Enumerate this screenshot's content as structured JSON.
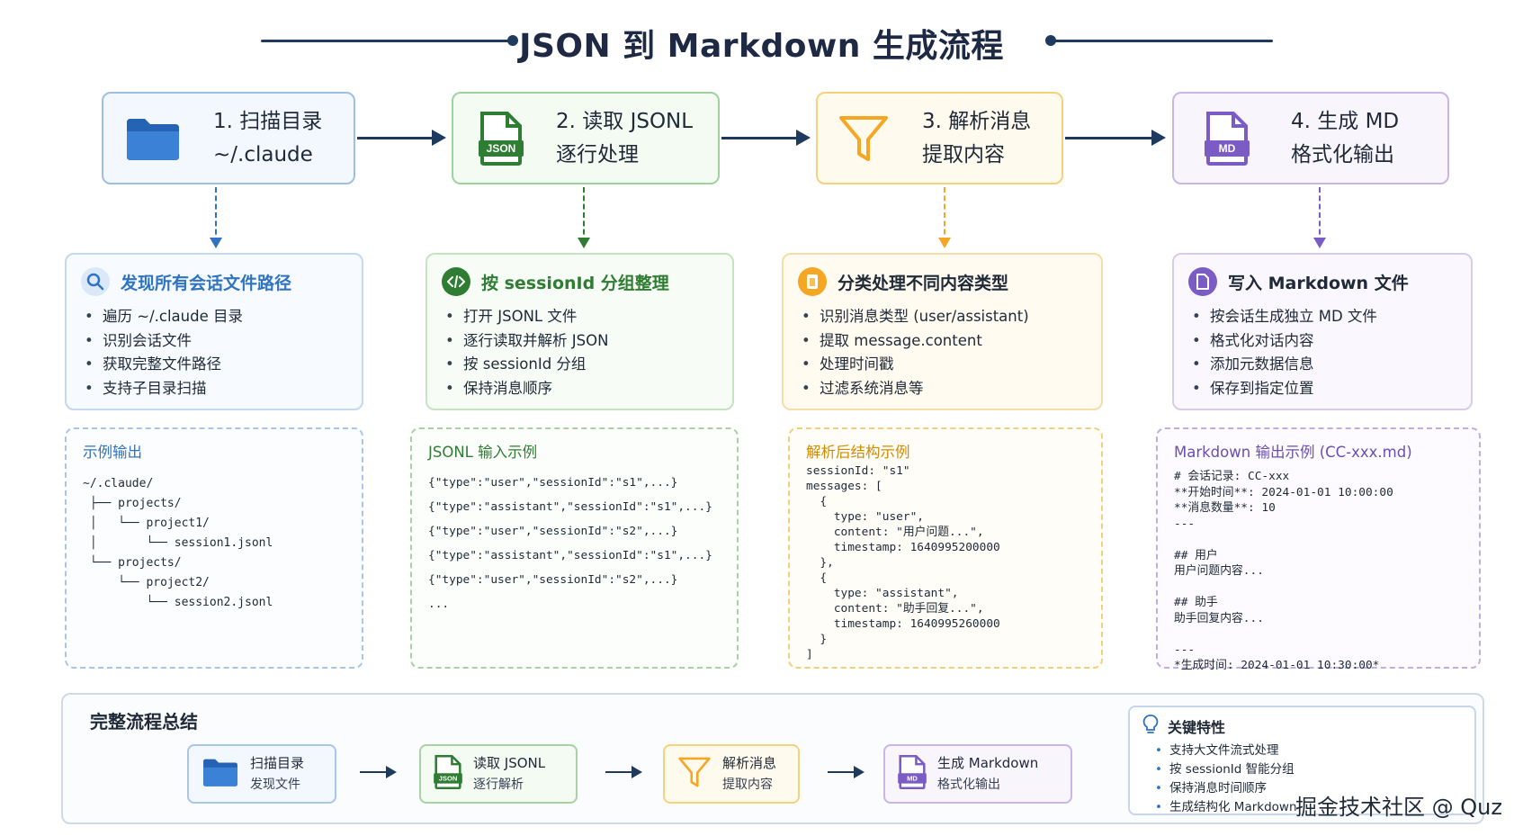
{
  "title": "JSON 到 Markdown 生成流程",
  "colors": {
    "blue": "#2f74c0",
    "green": "#2e7d32",
    "amber": "#f5a623",
    "purple": "#7b5cc4",
    "navy": "#1e3a5f"
  },
  "steps": [
    {
      "icon": "folder-icon",
      "line1": "1. 扫描目录",
      "line2": "~/.claude"
    },
    {
      "icon": "json-file-icon",
      "line1": "2. 读取 JSONL",
      "line2": "逐行处理"
    },
    {
      "icon": "filter-icon",
      "line1": "3. 解析消息",
      "line2": "提取内容"
    },
    {
      "icon": "md-file-icon",
      "line1": "4. 生成 MD",
      "line2": "格式化输出"
    }
  ],
  "json_badge": "JSON",
  "md_badge": "MD",
  "details": [
    {
      "icon": "search-icon",
      "title": "发现所有会话文件路径",
      "items": [
        "遍历 ~/.claude 目录",
        "识别会话文件",
        "获取完整文件路径",
        "支持子目录扫描"
      ]
    },
    {
      "icon": "code-icon",
      "title": "按 sessionId 分组整理",
      "items": [
        "打开 JSONL 文件",
        "逐行读取并解析 JSON",
        "按 sessionId 分组",
        "保持消息顺序"
      ]
    },
    {
      "icon": "document-icon",
      "title": "分类处理不同内容类型",
      "items": [
        "识别消息类型 (user/assistant)",
        "提取 message.content",
        "处理时间戳",
        "过滤系统消息等"
      ]
    },
    {
      "icon": "page-icon",
      "title": "写入 Markdown 文件",
      "items": [
        "按会话生成独立 MD 文件",
        "格式化对话内容",
        "添加元数据信息",
        "保存到指定位置"
      ]
    }
  ],
  "examples": [
    {
      "title": "示例输出",
      "code": "~/.claude/\n ├── projects/\n │   └── project1/\n │       └── session1.jsonl\n └── projects/\n     └── project2/\n         └── session2.jsonl"
    },
    {
      "title": "JSONL 输入示例",
      "code": "{\"type\":\"user\",\"sessionId\":\"s1\",...}\n{\"type\":\"assistant\",\"sessionId\":\"s1\",...}\n{\"type\":\"user\",\"sessionId\":\"s2\",...}\n{\"type\":\"assistant\",\"sessionId\":\"s1\",...}\n{\"type\":\"user\",\"sessionId\":\"s2\",...}\n..."
    },
    {
      "title": "解析后结构示例",
      "code": "sessionId: \"s1\"\nmessages: [\n  {\n    type: \"user\",\n    content: \"用户问题...\",\n    timestamp: 1640995200000\n  },\n  {\n    type: \"assistant\",\n    content: \"助手回复...\",\n    timestamp: 1640995260000\n  }\n]"
    },
    {
      "title": "Markdown 输出示例 (CC-xxx.md)",
      "code": "# 会话记录: CC-xxx\n**开始时间**: 2024-01-01 10:00:00\n**消息数量**: 10\n---\n\n## 用户\n用户问题内容...\n\n## 助手\n助手回复内容...\n\n---\n*生成时间: 2024-01-01 10:30:00*"
    }
  ],
  "summary": {
    "title": "完整流程总结",
    "steps": [
      {
        "icon": "folder-icon",
        "line1": "扫描目录",
        "line2": "发现文件"
      },
      {
        "icon": "json-file-icon",
        "line1": "读取 JSONL",
        "line2": "逐行解析"
      },
      {
        "icon": "filter-icon",
        "line1": "解析消息",
        "line2": "提取内容"
      },
      {
        "icon": "md-file-icon",
        "line1": "生成 Markdown",
        "line2": "格式化输出"
      }
    ],
    "features_title": "关键特性",
    "features_icon": "lightbulb-icon",
    "features": [
      "支持大文件流式处理",
      "按 sessionId 智能分组",
      "保持消息时间顺序",
      "生成结构化 Markdown"
    ]
  },
  "watermark": "掘金技术社区 @ Quz"
}
